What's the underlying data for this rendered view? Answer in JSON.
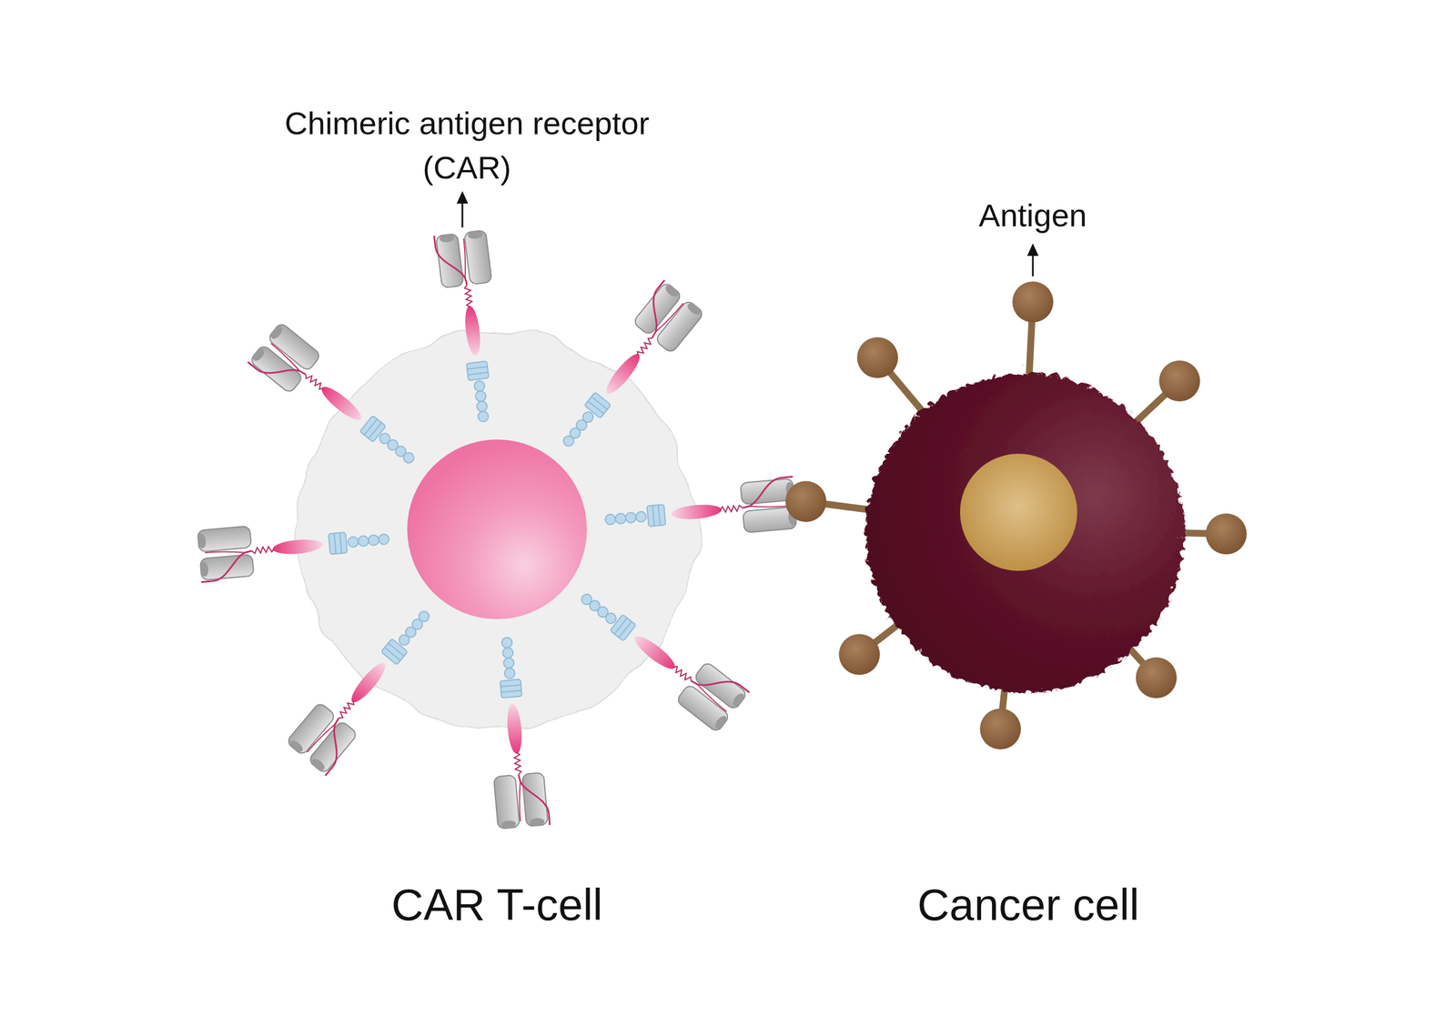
{
  "diagram": {
    "nodes": [
      {
        "text": [
          "CAR T-cell"
        ]
      },
      {
        "text": [
          "Cancer cell"
        ]
      }
    ],
    "labels": [
      "Chimeric antigen receptor (CAR)",
      "Antigen"
    ]
  }
}
